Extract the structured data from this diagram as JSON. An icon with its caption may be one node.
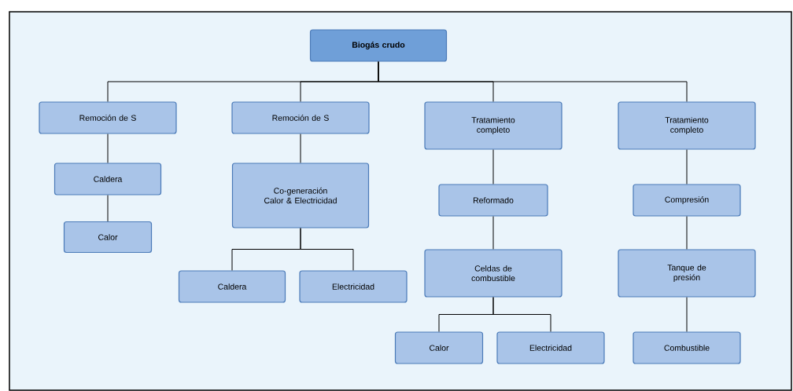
{
  "diagram": {
    "nodes": [
      {
        "text": [
          "Biogás crudo"
        ]
      },
      {
        "text": [
          "Remoción de S"
        ]
      },
      {
        "text": [
          "Remoción de S"
        ]
      },
      {
        "text": [
          "Tratamiento completo"
        ]
      },
      {
        "text": [
          "Tratamiento completo"
        ]
      },
      {
        "text": [
          "Caldera"
        ]
      },
      {
        "text": [
          "Calor"
        ]
      },
      {
        "text": [
          "Co-generación Calor & Electricidad"
        ]
      },
      {
        "text": [
          "Caldera"
        ]
      },
      {
        "text": [
          "Electricidad"
        ]
      },
      {
        "text": [
          "Reformado"
        ]
      },
      {
        "text": [
          "Celdas de combustible"
        ]
      },
      {
        "text": [
          "Calor"
        ]
      },
      {
        "text": [
          "Electricidad"
        ]
      },
      {
        "text": [
          "Compresión"
        ]
      },
      {
        "text": [
          "Tanque de presión"
        ]
      },
      {
        "text": [
          "Combustible"
        ]
      }
    ],
    "edges": [
      {
        "from": 0,
        "to": 1,
        "arrow": "none"
      },
      {
        "from": 0,
        "to": 2,
        "arrow": "none"
      },
      {
        "from": 0,
        "to": 3,
        "arrow": "none"
      },
      {
        "from": 0,
        "to": 4,
        "arrow": "none"
      },
      {
        "from": 1,
        "to": 5,
        "arrow": "none"
      },
      {
        "from": 5,
        "to": 6,
        "arrow": "none"
      },
      {
        "from": 2,
        "to": 7,
        "arrow": "none"
      },
      {
        "from": 7,
        "to": 8,
        "arrow": "none"
      },
      {
        "from": 7,
        "to": 9,
        "arrow": "none"
      },
      {
        "from": 3,
        "to": 10,
        "arrow": "none"
      },
      {
        "from": 10,
        "to": 11,
        "arrow": "none"
      },
      {
        "from": 11,
        "to": 12,
        "arrow": "none"
      },
      {
        "from": 11,
        "to": 13,
        "arrow": "none"
      },
      {
        "from": 4,
        "to": 14,
        "arrow": "none"
      },
      {
        "from": 14,
        "to": 15,
        "arrow": "none"
      },
      {
        "from": 15,
        "to": 16,
        "arrow": "none"
      }
    ]
  }
}
